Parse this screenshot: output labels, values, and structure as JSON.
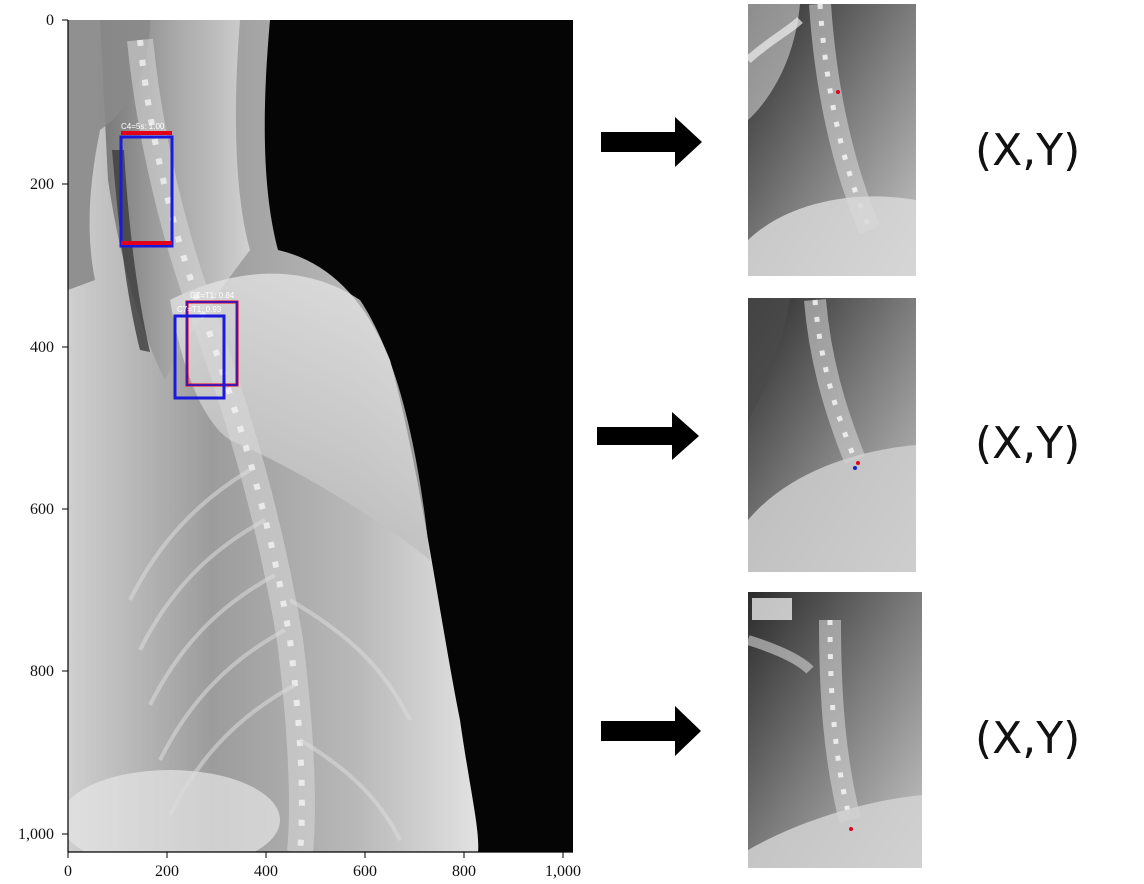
{
  "colors": {
    "gt_box": "#e3001b",
    "pred_box": "#1a1adc",
    "arrow": "#000000"
  },
  "main_plot": {
    "x_ticks": [
      "0",
      "200",
      "400",
      "600",
      "800",
      "1,000"
    ],
    "y_ticks": [
      "0",
      "200",
      "400",
      "600",
      "800",
      "1,000"
    ],
    "box_labels": [
      "C4=5s: 1.00",
      "C7=T1: 0.84",
      "C7=T1: 0.93"
    ]
  },
  "outputs": [
    {
      "name": "crop-1",
      "label": "(X,Y)"
    },
    {
      "name": "crop-2",
      "label": "(X,Y)"
    },
    {
      "name": "crop-3",
      "label": "(X,Y)"
    }
  ]
}
